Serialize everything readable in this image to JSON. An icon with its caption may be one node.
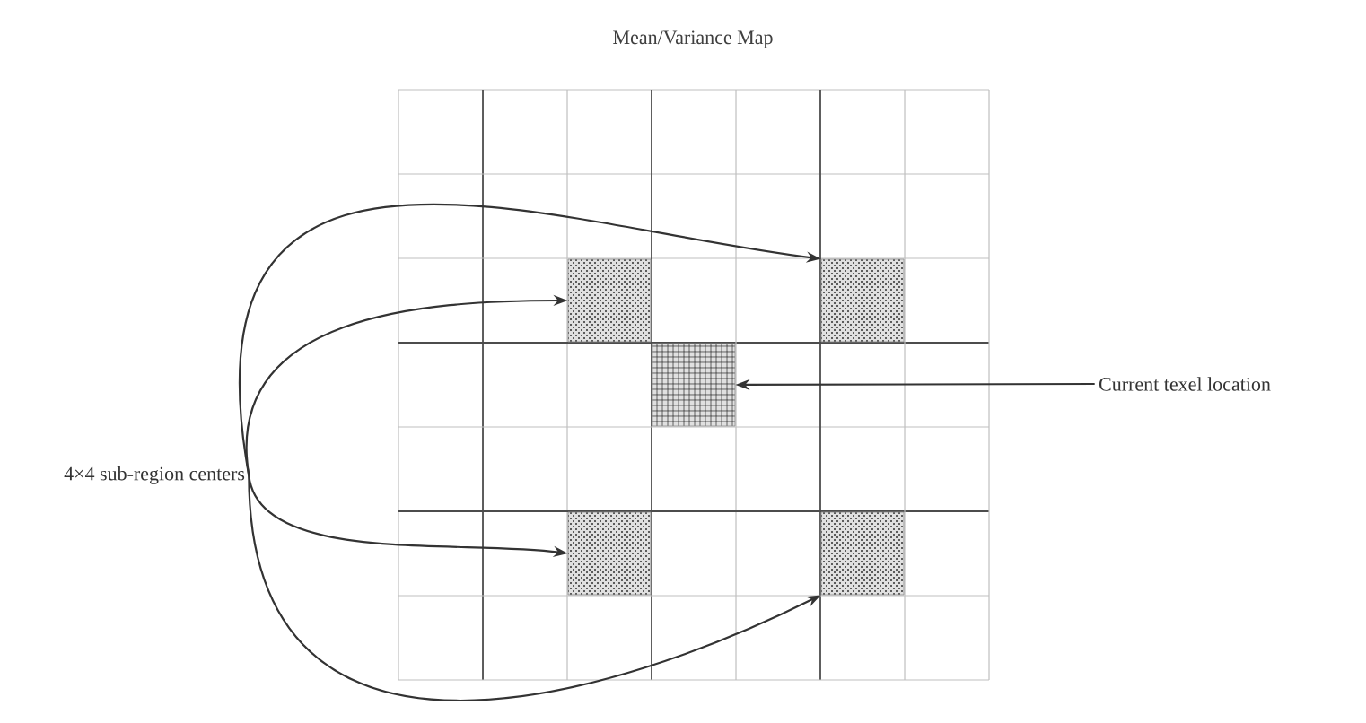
{
  "diagram": {
    "title": "Mean/Variance Map",
    "nodes": [
      {
        "text": [
          "4×4 sub-region centers"
        ]
      },
      {
        "text": [],
        "shape": "box"
      },
      {
        "text": [],
        "shape": "box"
      },
      {
        "text": [],
        "shape": "box"
      },
      {
        "text": [],
        "shape": "box"
      },
      {
        "text": [],
        "shape": "box"
      },
      {
        "text": [
          "Current texel location"
        ]
      }
    ],
    "edges": [
      {
        "from": 0,
        "to": 2,
        "arrow": "to"
      },
      {
        "from": 0,
        "to": 1,
        "arrow": "to"
      },
      {
        "from": 0,
        "to": 3,
        "arrow": "to"
      },
      {
        "from": 0,
        "to": 4,
        "arrow": "to"
      },
      {
        "from": 6,
        "to": 5,
        "arrow": "to"
      }
    ]
  }
}
